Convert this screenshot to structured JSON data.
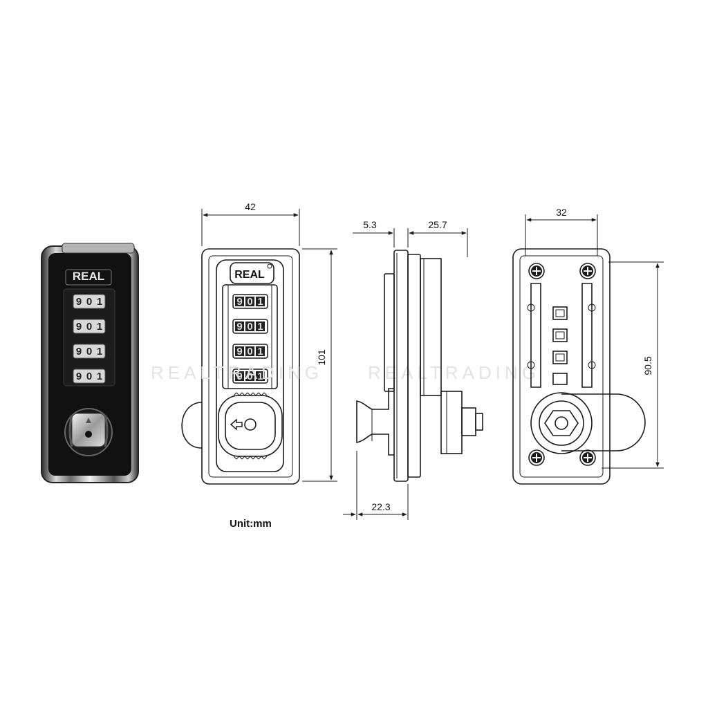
{
  "dimensions": {
    "front_width": "42",
    "front_height": "101",
    "side_plate_thickness": "5.3",
    "side_body_depth": "25.7",
    "side_knob_depth": "22.3",
    "back_hole_spacing_width": "32",
    "back_hole_spacing_height": "90.5"
  },
  "unit_label": "Unit:mm",
  "brand": "REAL",
  "watermark": "REALTRADING",
  "dial_digits": [
    [
      "9",
      "0",
      "1"
    ],
    [
      "9",
      "0",
      "1"
    ],
    [
      "9",
      "0",
      "1"
    ],
    [
      "9",
      "0",
      "1"
    ]
  ]
}
